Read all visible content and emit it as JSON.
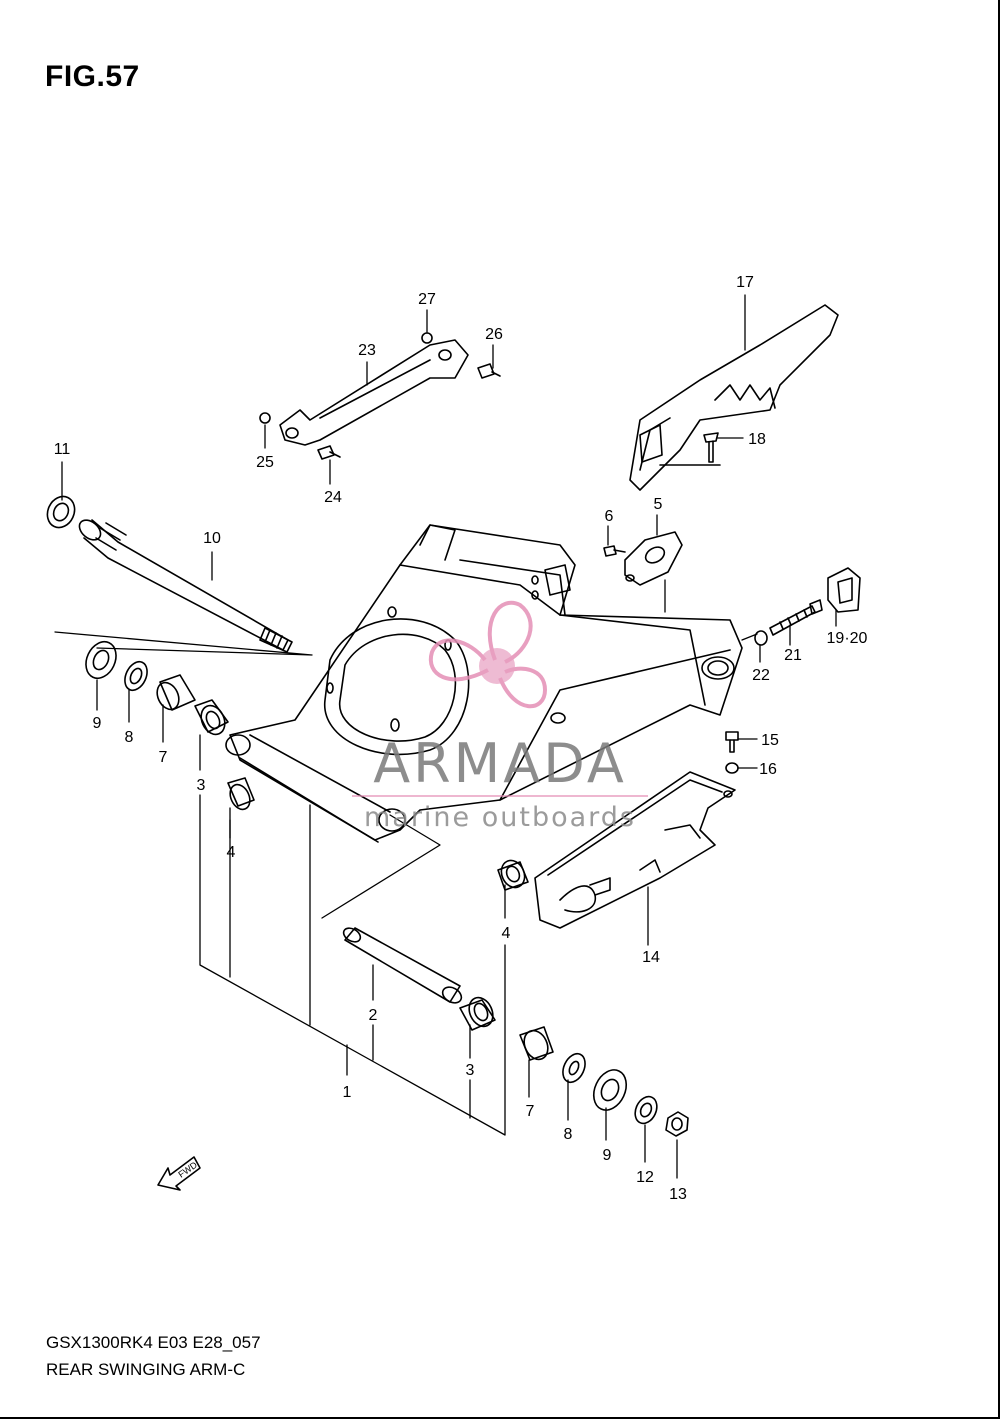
{
  "figure": {
    "title": "FIG.57"
  },
  "footer": {
    "code": "GSX1300RK4 E03 E28_057",
    "name": "REAR SWINGING ARM-C"
  },
  "watermark": {
    "brand": "ARMADA",
    "tagline": "marine outboards",
    "color": "#e48fb6"
  },
  "fwd_label": "FWD",
  "callouts": {
    "c1": "1",
    "c2": "2",
    "c3a": "3",
    "c3b": "3",
    "c4a": "4",
    "c4b": "4",
    "c5": "5",
    "c6": "6",
    "c7a": "7",
    "c7b": "7",
    "c8a": "8",
    "c8b": "8",
    "c9a": "9",
    "c9b": "9",
    "c10": "10",
    "c11": "11",
    "c12": "12",
    "c13": "13",
    "c14": "14",
    "c15": "15",
    "c16": "16",
    "c17": "17",
    "c18": "18",
    "c1920": "19·20",
    "c21": "21",
    "c22": "22",
    "c23": "23",
    "c24": "24",
    "c25": "25",
    "c26": "26",
    "c27": "27"
  }
}
